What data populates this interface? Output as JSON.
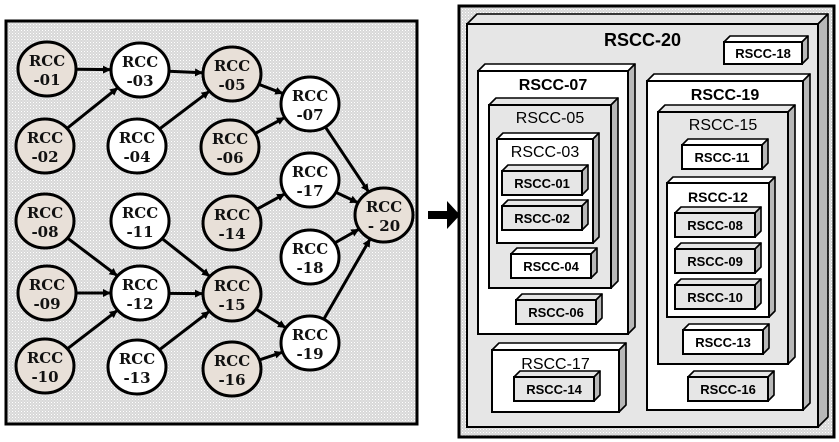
{
  "colors": {
    "shaded_node": "#e8e0d8",
    "plain_node": "#ffffff",
    "panel_bg": "#e4e4e4",
    "box_white": "#ffffff",
    "box_gray": "#e6e6e6",
    "box_side": "#b8b8b8",
    "stroke": "#000000"
  },
  "graph": {
    "nodes": [
      {
        "id": "01",
        "line1": "RCC",
        "line2": "-01",
        "shaded": true
      },
      {
        "id": "02",
        "line1": "RCC",
        "line2": "-02",
        "shaded": true
      },
      {
        "id": "03",
        "line1": "RCC",
        "line2": "-03",
        "shaded": false
      },
      {
        "id": "04",
        "line1": "RCC",
        "line2": "-04",
        "shaded": false
      },
      {
        "id": "05",
        "line1": "RCC",
        "line2": "-05",
        "shaded": true
      },
      {
        "id": "06",
        "line1": "RCC",
        "line2": "-06",
        "shaded": true
      },
      {
        "id": "07",
        "line1": "RCC",
        "line2": "-07",
        "shaded": false
      },
      {
        "id": "08",
        "line1": "RCC",
        "line2": "-08",
        "shaded": true
      },
      {
        "id": "09",
        "line1": "RCC",
        "line2": "-09",
        "shaded": true
      },
      {
        "id": "10",
        "line1": "RCC",
        "line2": "-10",
        "shaded": true
      },
      {
        "id": "11",
        "line1": "RCC",
        "line2": "-11",
        "shaded": false
      },
      {
        "id": "12",
        "line1": "RCC",
        "line2": "-12",
        "shaded": false
      },
      {
        "id": "13",
        "line1": "RCC",
        "line2": "-13",
        "shaded": false
      },
      {
        "id": "14",
        "line1": "RCC",
        "line2": "-14",
        "shaded": true
      },
      {
        "id": "15",
        "line1": "RCC",
        "line2": "-15",
        "shaded": true
      },
      {
        "id": "16",
        "line1": "RCC",
        "line2": "-16",
        "shaded": true
      },
      {
        "id": "17",
        "line1": "RCC",
        "line2": "-17",
        "shaded": false
      },
      {
        "id": "18",
        "line1": "RCC",
        "line2": "-18",
        "shaded": false
      },
      {
        "id": "19",
        "line1": "RCC",
        "line2": "-19",
        "shaded": false
      },
      {
        "id": "20",
        "line1": "RCC",
        "line2": "- 20",
        "shaded": true
      }
    ],
    "edges": [
      [
        "01",
        "03"
      ],
      [
        "02",
        "03"
      ],
      [
        "03",
        "05"
      ],
      [
        "04",
        "05"
      ],
      [
        "05",
        "07"
      ],
      [
        "06",
        "07"
      ],
      [
        "07",
        "20"
      ],
      [
        "14",
        "17"
      ],
      [
        "17",
        "20"
      ],
      [
        "18",
        "20"
      ],
      [
        "19",
        "20"
      ],
      [
        "08",
        "12"
      ],
      [
        "09",
        "12"
      ],
      [
        "10",
        "12"
      ],
      [
        "11",
        "15"
      ],
      [
        "12",
        "15"
      ],
      [
        "13",
        "15"
      ],
      [
        "15",
        "19"
      ],
      [
        "16",
        "19"
      ]
    ]
  },
  "containment": {
    "boxes": [
      {
        "id": "20",
        "label": "RSCC-20",
        "weight": "bold",
        "fill": "gray"
      },
      {
        "id": "18",
        "label": "RSCC-18",
        "weight": "bold",
        "fill": "white"
      },
      {
        "id": "07",
        "label": "RSCC-07",
        "weight": "bold",
        "fill": "white"
      },
      {
        "id": "05",
        "label": "RSCC-05",
        "weight": "normal",
        "fill": "gray"
      },
      {
        "id": "03",
        "label": "RSCC-03",
        "weight": "normal",
        "fill": "white"
      },
      {
        "id": "01",
        "label": "RSCC-01",
        "weight": "bold",
        "fill": "gray"
      },
      {
        "id": "02",
        "label": "RSCC-02",
        "weight": "bold",
        "fill": "gray"
      },
      {
        "id": "04",
        "label": "RSCC-04",
        "weight": "bold",
        "fill": "white"
      },
      {
        "id": "06",
        "label": "RSCC-06",
        "weight": "bold",
        "fill": "gray"
      },
      {
        "id": "17",
        "label": "RSCC-17",
        "weight": "normal",
        "fill": "white"
      },
      {
        "id": "14",
        "label": "RSCC-14",
        "weight": "bold",
        "fill": "gray"
      },
      {
        "id": "19",
        "label": "RSCC-19",
        "weight": "bold",
        "fill": "white"
      },
      {
        "id": "15",
        "label": "RSCC-15",
        "weight": "normal",
        "fill": "gray"
      },
      {
        "id": "11",
        "label": "RSCC-11",
        "weight": "bold",
        "fill": "white"
      },
      {
        "id": "12",
        "label": "RSCC-12",
        "weight": "bold",
        "fill": "white"
      },
      {
        "id": "08",
        "label": "RSCC-08",
        "weight": "bold",
        "fill": "gray"
      },
      {
        "id": "09",
        "label": "RSCC-09",
        "weight": "bold",
        "fill": "gray"
      },
      {
        "id": "10",
        "label": "RSCC-10",
        "weight": "bold",
        "fill": "gray"
      },
      {
        "id": "13",
        "label": "RSCC-13",
        "weight": "bold",
        "fill": "white"
      },
      {
        "id": "16",
        "label": "RSCC-16",
        "weight": "bold",
        "fill": "gray"
      }
    ]
  }
}
